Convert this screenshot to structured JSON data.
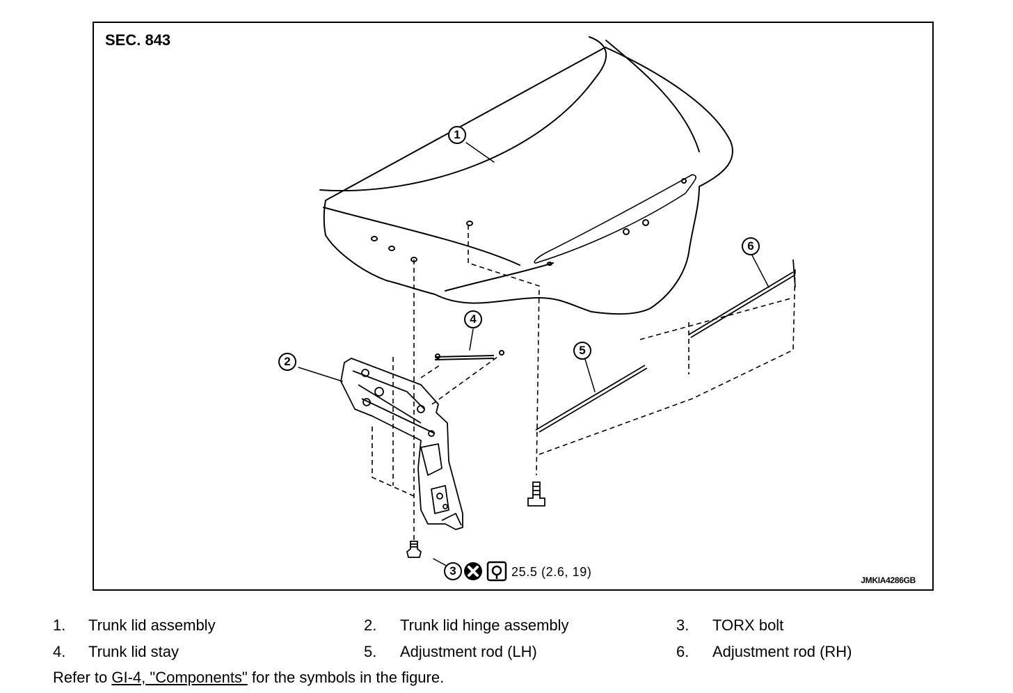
{
  "figure": {
    "section": "SEC. 843",
    "figure_id": "JMKIA4286GB",
    "torque_spec": "25.5 (2.6, 19)",
    "symbols": [
      "do-not-reuse-icon",
      "torque-wrench-icon"
    ],
    "callouts": [
      "1",
      "2",
      "3",
      "4",
      "5",
      "6"
    ]
  },
  "legend": [
    {
      "num": "1.",
      "label": "Trunk lid assembly"
    },
    {
      "num": "2.",
      "label": "Trunk lid hinge assembly"
    },
    {
      "num": "3.",
      "label": "TORX bolt"
    },
    {
      "num": "4.",
      "label": "Trunk lid stay"
    },
    {
      "num": "5.",
      "label": "Adjustment rod (LH)"
    },
    {
      "num": "6.",
      "label": "Adjustment rod (RH)"
    }
  ],
  "refer": {
    "prefix": "Refer to ",
    "link": "GI-4, \"Components\"",
    "suffix": " for the symbols in the figure."
  }
}
